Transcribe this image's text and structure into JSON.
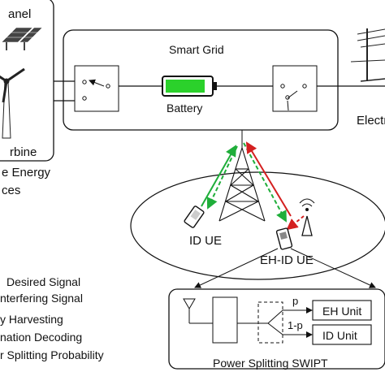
{
  "left": {
    "panel_label": "anel",
    "turbine_label": "rbine",
    "energy_line1": "e Energy",
    "energy_line2": "ces"
  },
  "smart_grid": {
    "title": "Smart Grid",
    "battery_label": "Battery",
    "battery_color": "#2bd12b"
  },
  "electricity_label": "Electr",
  "cell": {
    "id_ue": "ID UE",
    "eh_id_ue": "EH-ID UE"
  },
  "legend": [
    {
      "text": "Desired Signal"
    },
    {
      "text": "nterfering Signal"
    },
    {
      "text": "y Harvesting"
    },
    {
      "text": "nation Decoding"
    },
    {
      "text": "r Splitting Probability"
    }
  ],
  "swipt": {
    "caption": "Power Splitting SWIPT",
    "p_label": "p",
    "one_minus_p_label": "1-p",
    "eh_unit": "EH Unit",
    "id_unit": "ID Unit"
  },
  "colors": {
    "desired": "#1fae3a",
    "interfering": "#d42020"
  }
}
